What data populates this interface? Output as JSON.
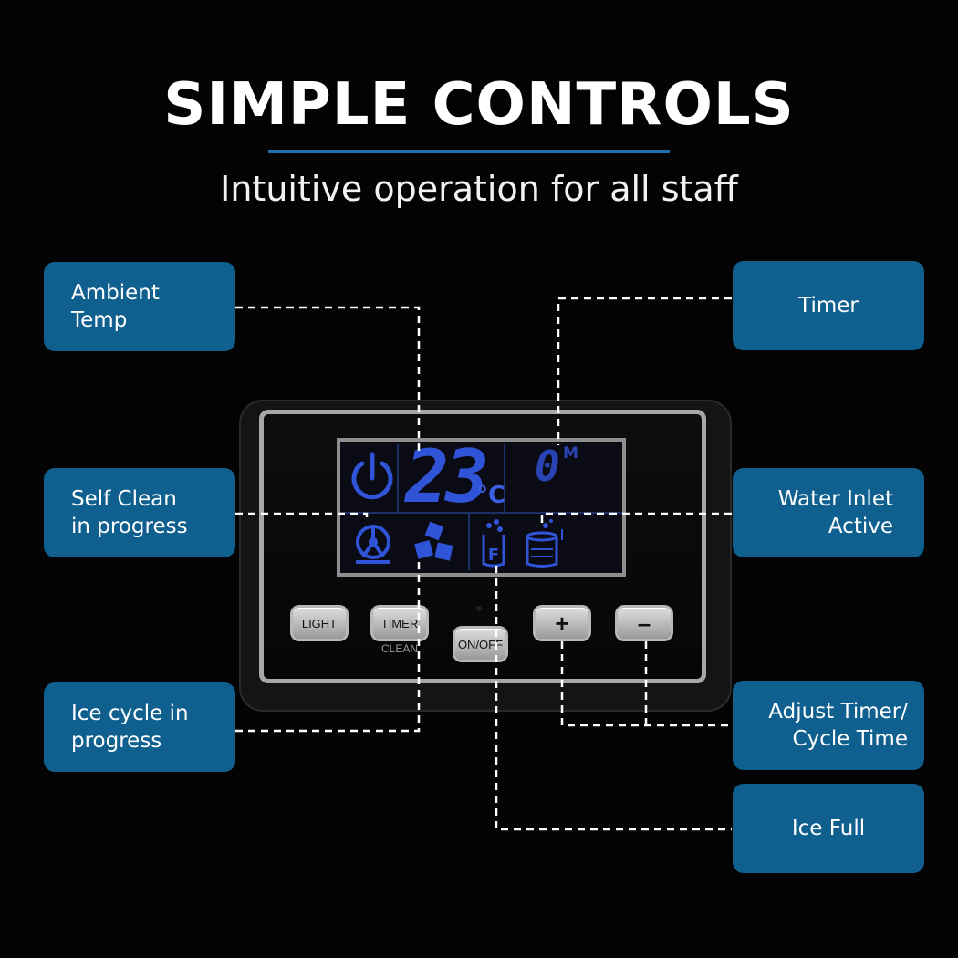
{
  "header": {
    "title": "SIMPLE CONTROLS",
    "subtitle": "Intuitive operation for all staff"
  },
  "callouts": {
    "ambient_temp": "Ambient\nTemp",
    "self_clean": "Self Clean\nin progress",
    "ice_cycle": "Ice cycle in\nprogress",
    "timer": "Timer",
    "water_inlet": "Water Inlet\nActive",
    "adjust_timer": "Adjust Timer/\nCycle Time",
    "ice_full": "Ice Full"
  },
  "display": {
    "temperature": "23",
    "temperature_unit": "°C",
    "timer_value": "0",
    "timer_unit": "M",
    "full_indicator": "F"
  },
  "buttons": {
    "light": "LIGHT",
    "timer": "TIMER",
    "clean": "CLEAN",
    "on_off": "ON/OFF",
    "plus": "+",
    "minus": "–"
  },
  "colors": {
    "background": "#030303",
    "callout": "#0f5f8f",
    "accent_rule": "#1f6fae",
    "lcd_icon": "#2f54d8"
  },
  "icons": [
    "power-icon",
    "self-clean-icon",
    "ice-cubes-icon",
    "ice-full-bin-icon",
    "water-inlet-icon"
  ]
}
